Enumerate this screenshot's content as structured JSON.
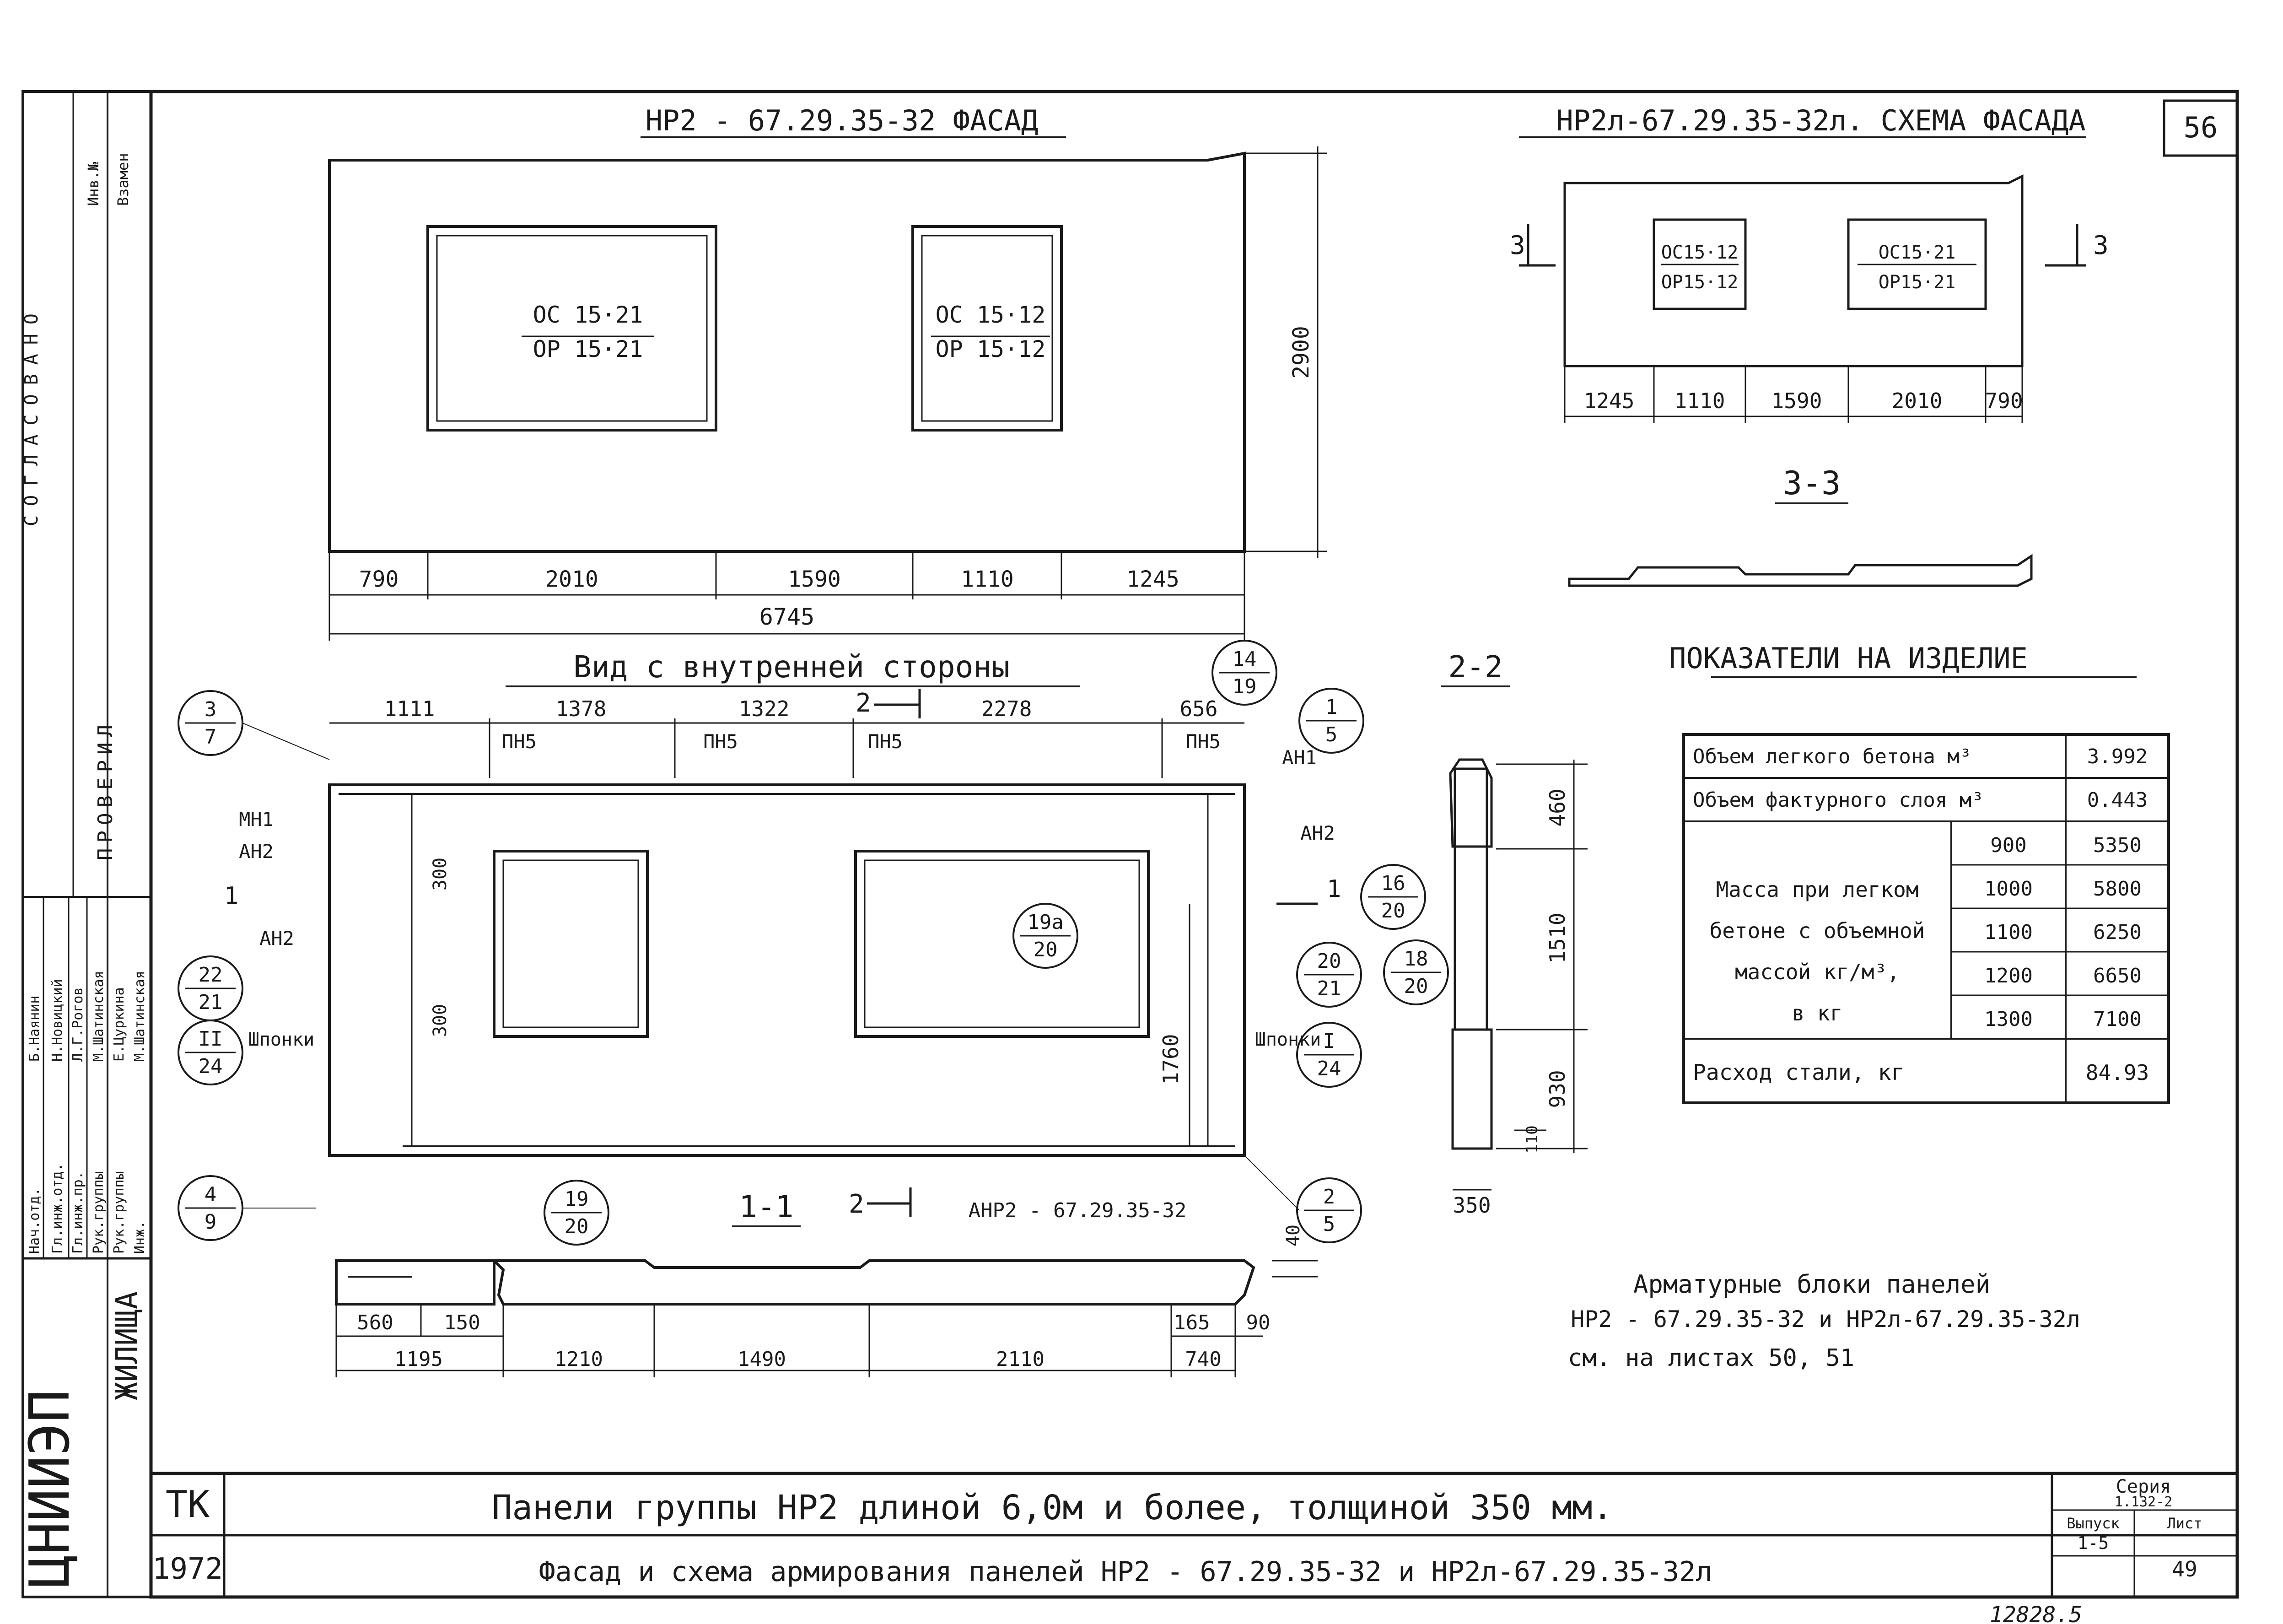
{
  "sheet": {
    "page_number": "56",
    "facade_title": "НР2 - 67.29.35-32  ФАСАД",
    "scheme_title": "НР2л-67.29.35-32л. СХЕМА ФАСАДА",
    "inner_view_title": "Вид с внутренней стороны",
    "section_22_title": "2-2",
    "section_33_title": "3-3",
    "section_11_title": "1-1",
    "indicators_title": "ПОКАЗАТЕЛИ НА ИЗДЕЛИЕ",
    "stamp_number": "12828.5"
  },
  "facade": {
    "window_left": [
      "ОС 15·21",
      "ОР 15·21"
    ],
    "window_right": [
      "ОС 15·12",
      "ОР 15·12"
    ],
    "height_dim": "2900",
    "dims": [
      "790",
      "2010",
      "1590",
      "1110",
      "1245"
    ],
    "total_dim": "6745"
  },
  "scheme": {
    "window_left": [
      "ОС15·12",
      "ОР15·12"
    ],
    "window_right": [
      "ОС15·21",
      "ОР15·21"
    ],
    "dims": [
      "1245",
      "1110",
      "1590",
      "2010",
      "790"
    ],
    "cut_label": "3"
  },
  "inner": {
    "top_dims": [
      "1111",
      "1378",
      "1322",
      "2278",
      "656"
    ],
    "pn_labels": [
      "ПН5",
      "ПН5",
      "ПН5",
      "ПН5"
    ],
    "labels": {
      "mn1": "МН1",
      "an2_a": "АН2",
      "an2_b": "АН2",
      "an2_c": "АН2",
      "an1": "АН1",
      "shponki_left": "Шпонки",
      "shponki_right": "Шпонки",
      "d300_top": "300",
      "d300_bot": "300",
      "d1760": "1760",
      "cut_1": "1",
      "cut_2": "2"
    },
    "callouts": {
      "c3_7": [
        "3",
        "7"
      ],
      "c22_21": [
        "22",
        "21"
      ],
      "cII_24": [
        "II",
        "24"
      ],
      "c4_9": [
        "4",
        "9"
      ],
      "c14_19": [
        "14",
        "19"
      ],
      "c1_5": [
        "1",
        "5"
      ],
      "c19a_20": [
        "19a",
        "20"
      ],
      "c20_21": [
        "20",
        "21"
      ],
      "cI_24": [
        "I",
        "24"
      ],
      "c2_5": [
        "2",
        "5"
      ]
    }
  },
  "section22": {
    "dims": [
      "460",
      "1510",
      "930",
      "110",
      "350"
    ],
    "callouts": {
      "c16_20": [
        "16",
        "20"
      ],
      "c18_20": [
        "18",
        "20"
      ]
    }
  },
  "section11": {
    "label_anr": "АНР2 - 67.29.35-32",
    "callout_19_20": [
      "19",
      "20"
    ],
    "dims_upper": [
      "560",
      "150",
      "165",
      "90"
    ],
    "dims_lower": [
      "1195",
      "1210",
      "1490",
      "2110",
      "740"
    ],
    "dim_40": "40",
    "cut_2": "2"
  },
  "indicators": {
    "concrete_volume_label": "Объем легкого бетона м³",
    "concrete_volume_value": "3.992",
    "facing_volume_label": "Объем фактурного слоя м³",
    "facing_volume_value": "0.443",
    "mass_label_lines": [
      "Масса при легком",
      "бетоне с объемной",
      "массой кг/м³,",
      "в кг"
    ],
    "mass_rows": [
      {
        "density": "900",
        "mass": "5350"
      },
      {
        "density": "1000",
        "mass": "5800"
      },
      {
        "density": "1100",
        "mass": "6250"
      },
      {
        "density": "1200",
        "mass": "6650"
      },
      {
        "density": "1300",
        "mass": "7100"
      }
    ],
    "steel_label": "Расход стали, кг",
    "steel_value": "84.93"
  },
  "note": {
    "lines": [
      "Арматурные блоки панелей",
      "НР2 - 67.29.35-32 и НР2л-67.29.35-32л",
      "см. на листах 50, 51"
    ]
  },
  "title_block": {
    "org_code": "ТК",
    "year": "1972",
    "title_line1": "Панели группы НР2 длиной 6,0м и более, толщиной 350 мм.",
    "title_line2": "Фасад и схема армирования панелей НР2 - 67.29.35-32 и НР2л-67.29.35-32л",
    "series_label": "Серия",
    "series_value": "1.132-2",
    "issue_label": "Выпуск",
    "issue_value": "1-5",
    "sheet_label": "Лист",
    "sheet_value": "49"
  },
  "side_strip": {
    "institute": "ЦНИИЭП",
    "housing": "ЖИЛИЩА",
    "soglasovano": "СОГЛАСОВАНО",
    "provereno": "ПРОВЕРИЛ",
    "inv_label": "Инв.№",
    "zamen_label": "Взамен",
    "roles": [
      "Нач.отд.",
      "Гл.инж.отд.",
      "Гл.инж.пр.",
      "Рук.группы",
      "Рук.группы",
      "Инж."
    ],
    "names": [
      "Б.Наянин",
      "Н.Новицкий",
      "Л.Г.Рогов",
      "М.Шатинская",
      "Е.Цуркина",
      "М.Шатинская"
    ]
  }
}
